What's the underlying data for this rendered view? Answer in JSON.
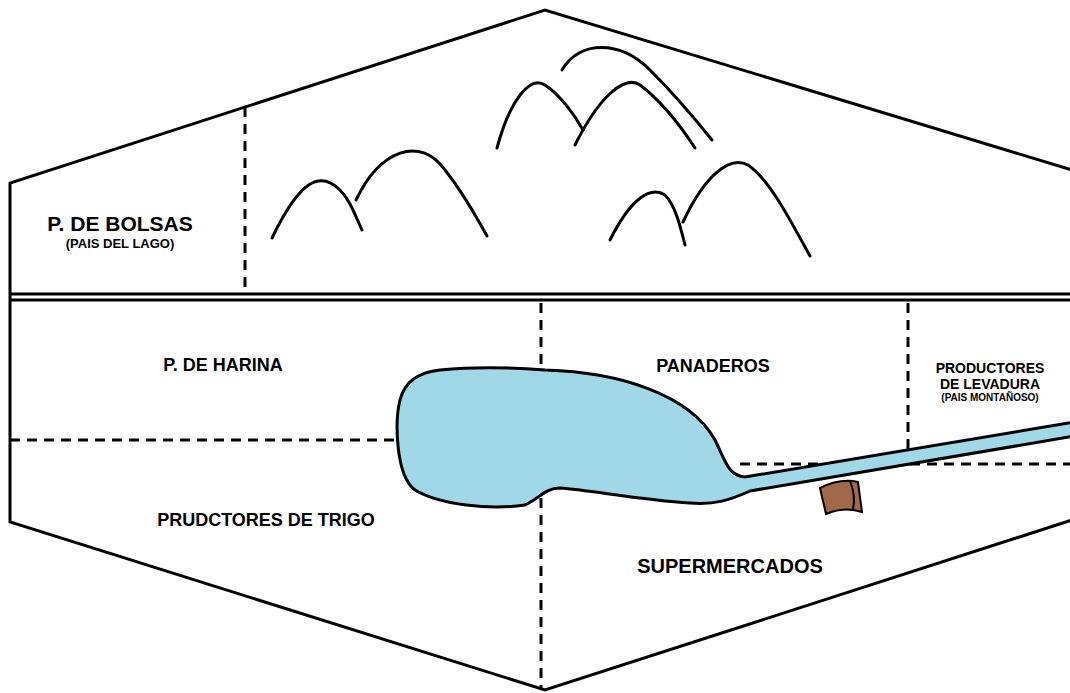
{
  "diagram": {
    "nodes": [
      {
        "text": [
          "P. DE BOLSAS",
          "(PAIS DEL LAGO)"
        ]
      },
      {
        "text": [
          "P. DE HARINA"
        ]
      },
      {
        "text": [
          "PANADEROS"
        ]
      },
      {
        "text": [
          "PRODUCTORES DE LEVADURA",
          "(PAIS MONTAÑOSO)"
        ]
      },
      {
        "text": [
          "PRUDCTORES DE TRIGO"
        ]
      },
      {
        "text": [
          "SUPERMERCADOS"
        ]
      }
    ]
  }
}
